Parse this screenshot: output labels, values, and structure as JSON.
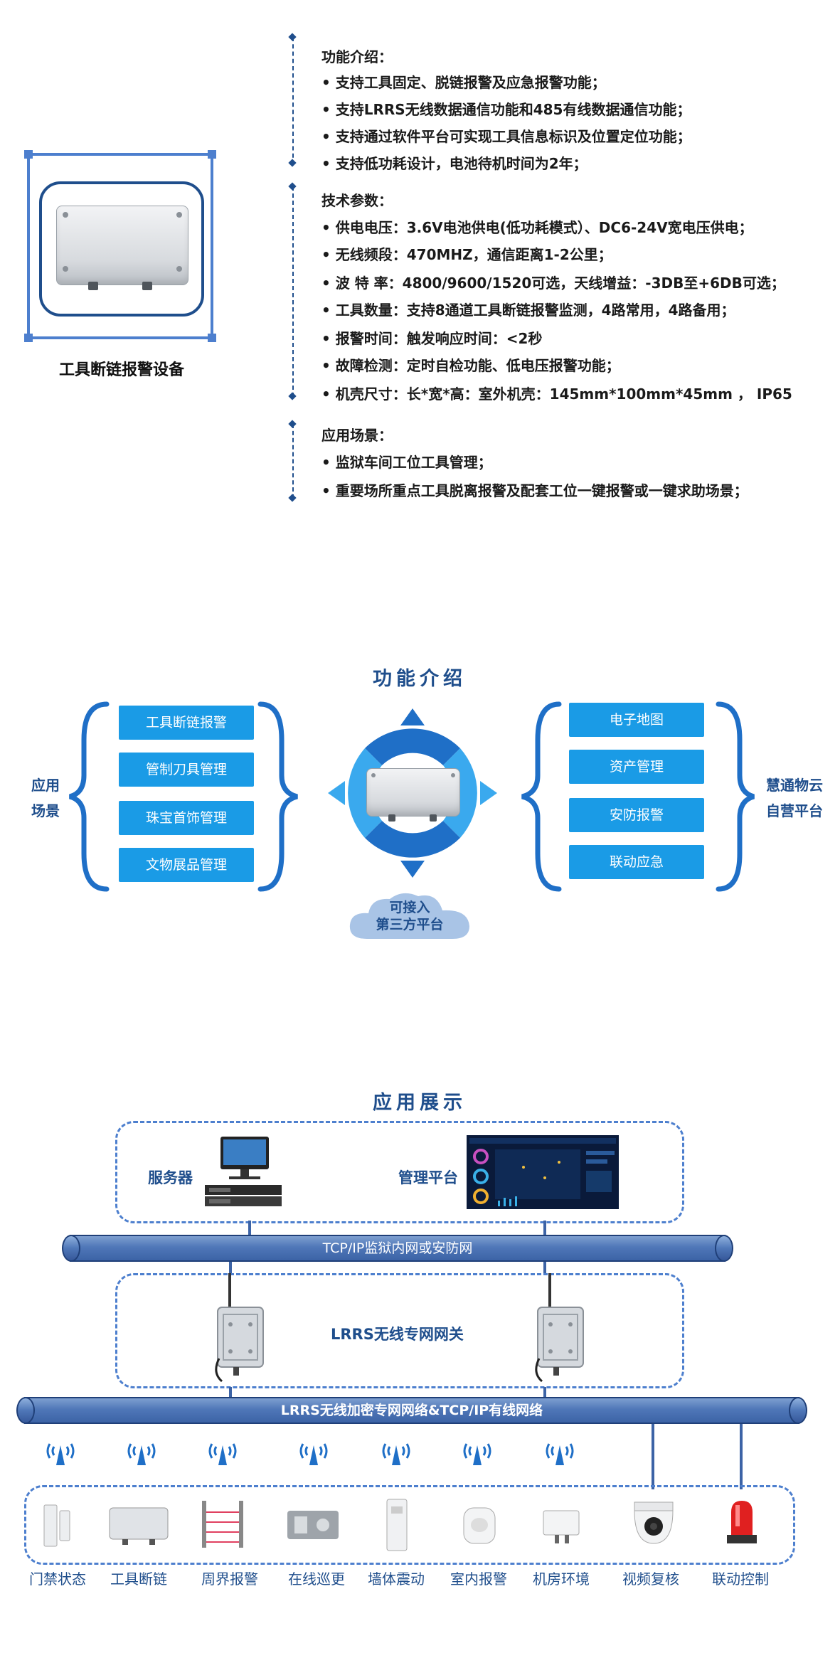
{
  "section1": {
    "product_caption": "工具断链报警设备",
    "function_heading": "功能介绍：",
    "functions": [
      "•  支持工具固定、脱链报警及应急报警功能；",
      "•  支持LRRS无线数据通信功能和485有线数据通信功能；",
      "•  支持通过软件平台可实现工具信息标识及位置定位功能；",
      "•  支持低功耗设计，电池待机时间为2年；"
    ],
    "spec_heading": "技术参数：",
    "specs": [
      "•  供电电压：3.6V电池供电(低功耗模式）、DC6-24V宽电压供电；",
      "•  无线频段：470MHZ，通信距离1-2公里；",
      "•  波  特 率：4800/9600/1520可选，天线增益：-3DB至+6DB可选；",
      "•  工具数量：支持8通道工具断链报警监测，4路常用，4路备用；",
      "•  报警时间：触发响应时间：<2秒",
      "•  故障检测：定时自检功能、低电压报警功能；",
      "•  机壳尺寸：长*宽*高：室外机壳：145mm*100mm*45mm ， IP65"
    ],
    "scene_heading": "应用场景：",
    "scenes": [
      "•  监狱车间工位工具管理；",
      "•  重要场所重点工具脱离报警及配套工位一键报警或一键求助场景；"
    ]
  },
  "section2": {
    "title": "功能介绍",
    "left_label_1": "应用",
    "left_label_2": "场景",
    "left_items": [
      "工具断链报警",
      "管制刀具管理",
      "珠宝首饰管理",
      "文物展品管理"
    ],
    "right_label_1": "慧通物云",
    "right_label_2": "自营平台",
    "right_items": [
      "电子地图",
      "资产管理",
      "安防报警",
      "联动应急"
    ],
    "cloud_line_1": "可接入",
    "cloud_line_2": "第三方平台"
  },
  "section3": {
    "title": "应用展示",
    "server_label": "服务器",
    "platform_label": "管理平台",
    "pipe1_label": "TCP/IP监狱内网或安防网",
    "gateway_label": "LRRS无线专网网关",
    "pipe2_label": "LRRS无线加密专网网络&TCP/IP有线网络",
    "devices": [
      "门禁状态",
      "工具断链",
      "周界报警",
      "在线巡更",
      "墙体震动",
      "室内报警",
      "机房环境",
      "视频复核",
      "联动控制"
    ]
  },
  "colors": {
    "navy": "#1f4e8c",
    "pill_blue": "#1a9be6",
    "ring_blue": "#1f6fc7",
    "ring_light": "#3aa9ee"
  }
}
